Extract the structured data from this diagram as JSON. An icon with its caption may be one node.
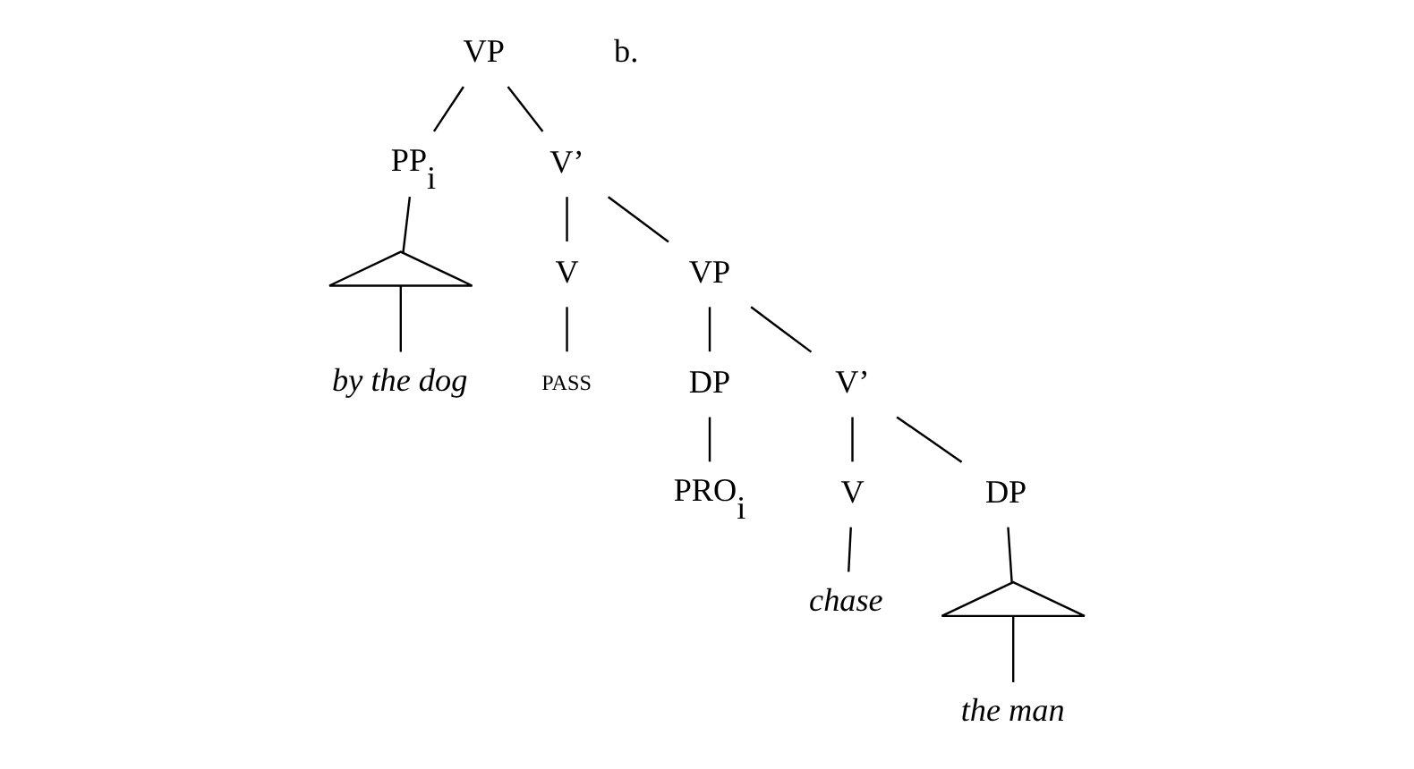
{
  "diagram": {
    "nodes": [
      {
        "text": [
          "VP"
        ]
      },
      {
        "text": [
          "PP$_{i}$"
        ]
      },
      {
        "text": [],
        "shape": "triangle"
      },
      {
        "text": [
          "by the dog"
        ]
      },
      {
        "text": [
          "V’"
        ]
      },
      {
        "text": [
          "V"
        ]
      },
      {
        "text": [
          "PASS"
        ]
      },
      {
        "text": [
          "VP"
        ]
      },
      {
        "text": [
          "DP"
        ]
      },
      {
        "text": [
          "PRO$_{i}$"
        ]
      },
      {
        "text": [
          "V’"
        ]
      },
      {
        "text": [
          "V"
        ]
      },
      {
        "text": [
          "chase"
        ]
      },
      {
        "text": [
          "DP"
        ]
      },
      {
        "text": [],
        "shape": "triangle"
      },
      {
        "text": [
          "the man"
        ]
      }
    ],
    "edges": [
      {
        "from": 0,
        "to": 1,
        "arrow": "none"
      },
      {
        "from": 0,
        "to": 4,
        "arrow": "none"
      },
      {
        "from": 1,
        "to": 2,
        "arrow": "none"
      },
      {
        "from": 2,
        "to": 3,
        "arrow": "none"
      },
      {
        "from": 4,
        "to": 5,
        "arrow": "none"
      },
      {
        "from": 4,
        "to": 7,
        "arrow": "none"
      },
      {
        "from": 5,
        "to": 6,
        "arrow": "none"
      },
      {
        "from": 7,
        "to": 8,
        "arrow": "none"
      },
      {
        "from": 7,
        "to": 10,
        "arrow": "none"
      },
      {
        "from": 8,
        "to": 9,
        "arrow": "none"
      },
      {
        "from": 10,
        "to": 11,
        "arrow": "none"
      },
      {
        "from": 10,
        "to": 13,
        "arrow": "none"
      },
      {
        "from": 11,
        "to": 12,
        "arrow": "none"
      },
      {
        "from": 13,
        "to": 14,
        "arrow": "none"
      },
      {
        "from": 14,
        "to": 15,
        "arrow": "none"
      }
    ],
    "labels": [
      "b."
    ]
  }
}
